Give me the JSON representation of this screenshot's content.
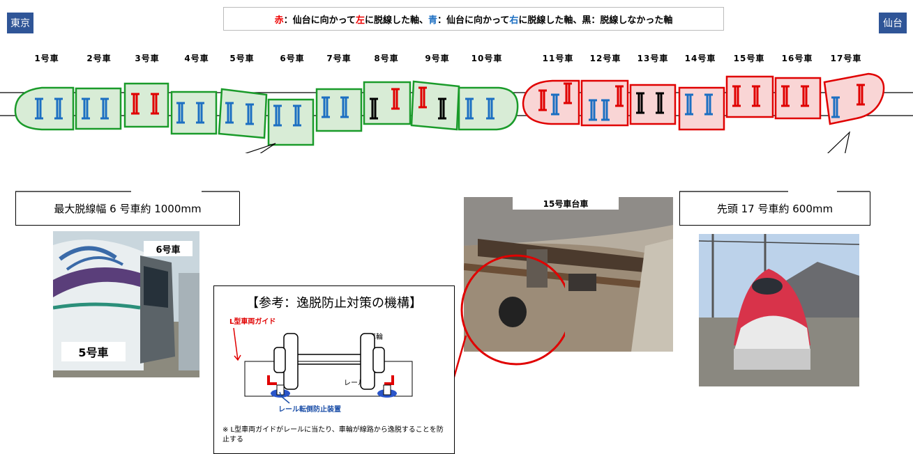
{
  "ends": {
    "left": "東京",
    "right": "仙台"
  },
  "legend": {
    "red_word": "赤",
    "p1": "：仙台に向かって",
    "left_word": "左",
    "p2": "に脱線した軸、",
    "blue_word": "青",
    "p3": "：仙台に向かって",
    "right_word": "右",
    "p4": "に脱線した軸、黒：脱線しなかった軸"
  },
  "cars": [
    "1号車",
    "2号車",
    "3号車",
    "4号車",
    "5号車",
    "6号車",
    "7号車",
    "8号車",
    "9号車",
    "10号車",
    "11号車",
    "12号車",
    "13号車",
    "14号車",
    "15号車",
    "16号車",
    "17号車"
  ],
  "callouts": {
    "left": "最大脱線幅 6 号車約 1000mm",
    "right": "先頭 17 号車約 600mm"
  },
  "photos": {
    "left_top_tag": "6号車",
    "left_bottom_tag": "5号車",
    "middle_tag": "15号車台車"
  },
  "reference": {
    "title": "【参考：逸脱防止対策の機構】",
    "guide_label": "L型車両ガイド",
    "wheel_label": "車輪",
    "rail_label": "レール",
    "device_label": "レール転倒防止装置",
    "note": "※ L型車両ガイドがレールに当たり、車輪が線路から逸脱することを防止する"
  },
  "colors": {
    "red": "#e00000",
    "blue": "#1c6fc2",
    "green": "#1a9b2a",
    "green_fill": "#d8ecd6",
    "red_fill": "#f9d5d5"
  }
}
